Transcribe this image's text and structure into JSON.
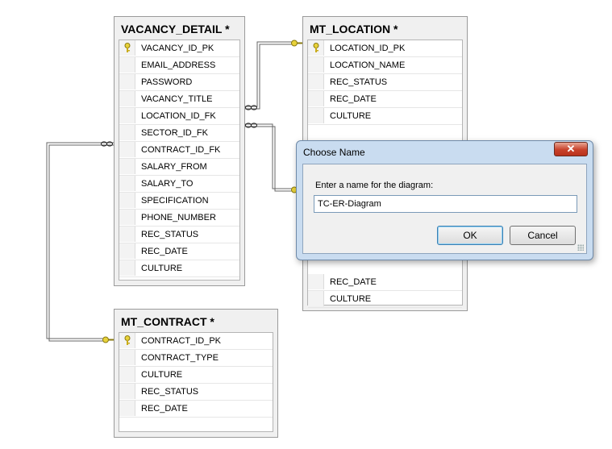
{
  "tables": {
    "vacancy_detail": {
      "title": "VACANCY_DETAIL *",
      "columns": [
        "VACANCY_ID_PK",
        "EMAIL_ADDRESS",
        "PASSWORD",
        "VACANCY_TITLE",
        "LOCATION_ID_FK",
        "SECTOR_ID_FK",
        "CONTRACT_ID_FK",
        "SALARY_FROM",
        "SALARY_TO",
        "SPECIFICATION",
        "PHONE_NUMBER",
        "REC_STATUS",
        "REC_DATE",
        "CULTURE"
      ]
    },
    "mt_location": {
      "title": "MT_LOCATION *",
      "columns": [
        "LOCATION_ID_PK",
        "LOCATION_NAME",
        "REC_STATUS",
        "REC_DATE",
        "CULTURE"
      ],
      "hidden_columns": [
        "REC_DATE",
        "CULTURE"
      ]
    },
    "mt_contract": {
      "title": "MT_CONTRACT *",
      "columns": [
        "CONTRACT_ID_PK",
        "CONTRACT_TYPE",
        "CULTURE",
        "REC_STATUS",
        "REC_DATE"
      ]
    }
  },
  "dialog": {
    "title": "Choose Name",
    "close_label": "✕",
    "prompt": "Enter a name for the diagram:",
    "input_value": "TC-ER-Diagram",
    "ok_label": "OK",
    "cancel_label": "Cancel"
  },
  "icons": {
    "primary_key": "key-icon",
    "relationship": "infinity-link-icon",
    "close": "close-icon"
  }
}
